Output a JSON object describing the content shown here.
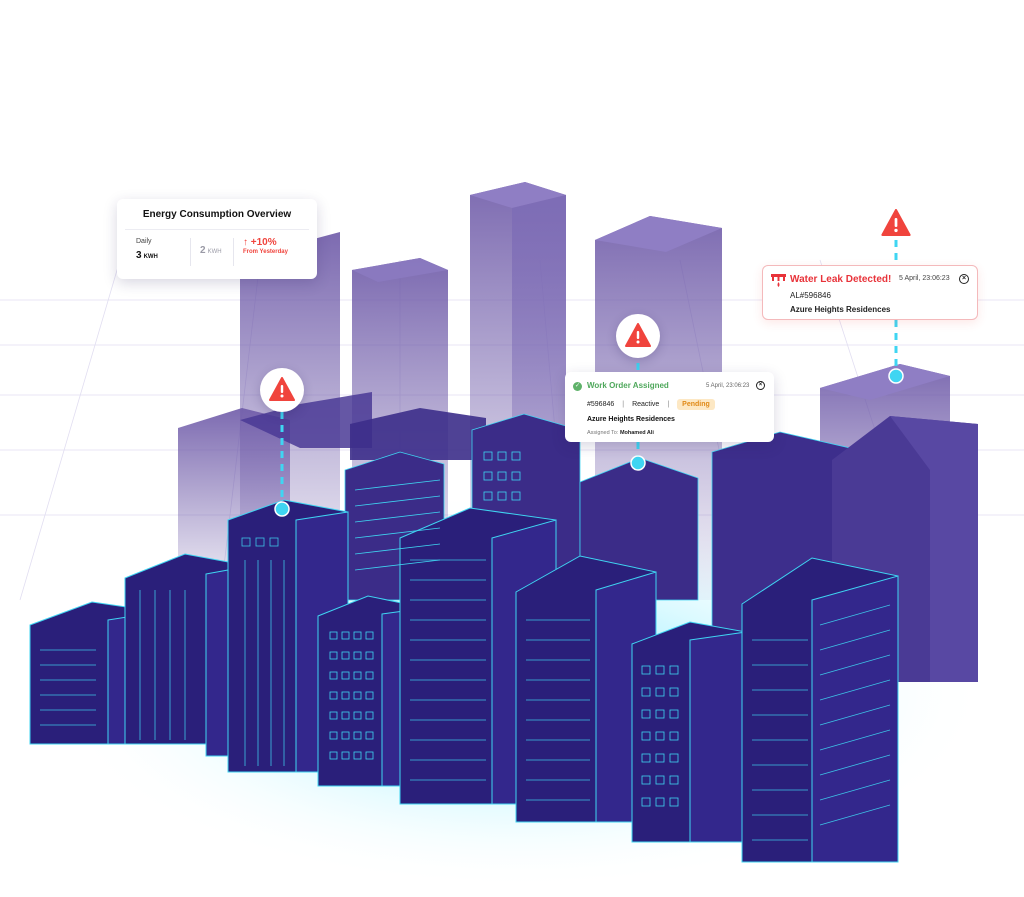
{
  "energy_card": {
    "title": "Energy Consumption Overview",
    "daily_label": "Daily",
    "daily_value": "3",
    "daily_unit": "KWH",
    "previous_value": "2",
    "previous_unit": "KWH",
    "change_arrow": "↑",
    "change_value": "+10%",
    "change_note": "From Yesterday"
  },
  "work_order": {
    "title": "Work Order Assigned",
    "timestamp": "5 April, 23:06:23",
    "order_id": "#596846",
    "type": "Reactive",
    "status": "Pending",
    "building": "Azure Heights Residences",
    "assigned_label": "Assigned To:",
    "assignee": "Mohamed Ali",
    "status_color": "#5fb26a",
    "badge_color": "#fde8c4"
  },
  "leak_alert": {
    "title": "Water Leak Detected!",
    "timestamp": "5 April, 23:06:23",
    "alert_id": "AL#596846",
    "building": "Azure Heights Residences",
    "accent_color": "#e8333a"
  },
  "icons": {
    "alert": "warning-triangle-icon",
    "leak": "water-leak-icon",
    "close": "close-circle-icon",
    "check": "check-circle-icon"
  },
  "palette": {
    "building_front": "#2a1f7a",
    "building_glass": "#6e5aa8",
    "edge_glow": "#3fd5f2",
    "alert_red": "#f0443d"
  }
}
